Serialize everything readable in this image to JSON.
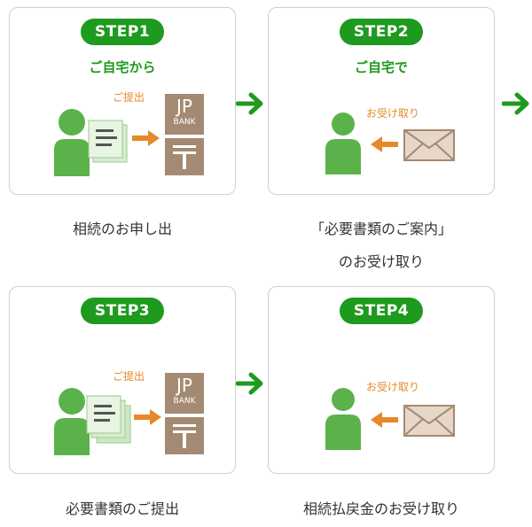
{
  "steps": [
    {
      "badge": "STEP1",
      "subtitle": "ご自宅から",
      "action": "ご提出",
      "caption": "相続のお申し出"
    },
    {
      "badge": "STEP2",
      "subtitle": "ご自宅で",
      "action": "お受け取り",
      "caption_line1": "「必要書類のご案内」",
      "caption_line2": "のお受け取り"
    },
    {
      "badge": "STEP3",
      "action": "ご提出",
      "caption": "必要書類のご提出"
    },
    {
      "badge": "STEP4",
      "action": "お受け取り",
      "caption": "相続払戻金のお受け取り"
    }
  ],
  "bank": {
    "line1": "JP",
    "line2": "BANK"
  },
  "colors": {
    "green": "#1e9a1e",
    "orange": "#e6892a",
    "brown": "#a48a72",
    "person": "#5bb24a"
  }
}
